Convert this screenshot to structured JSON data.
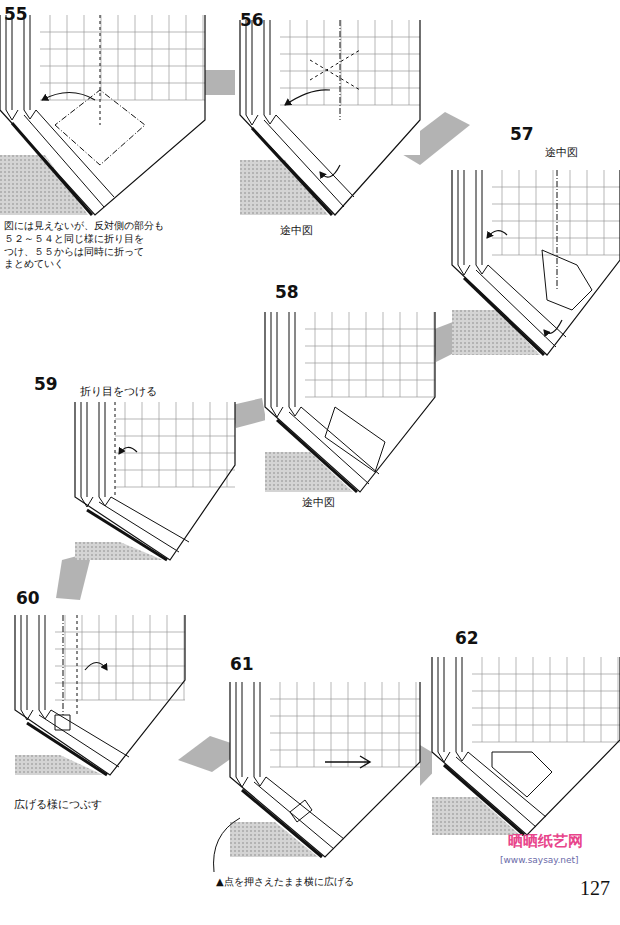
{
  "diagram": {
    "labels": [
      "55",
      "図には見えないが、反対側の部分も ５２～５４と同じ様に折り目を つけ、５５からは同時に折って まとめていく",
      "56",
      "途中図",
      "57",
      "途中図",
      "58",
      "途中図",
      "59",
      "折り目をつける",
      "60",
      "広げる様につぶす",
      "61",
      "▲点を押さえたまま横に広げる",
      "62",
      "127",
      "晒晒纸艺网",
      "[www.saysay.net]"
    ]
  }
}
